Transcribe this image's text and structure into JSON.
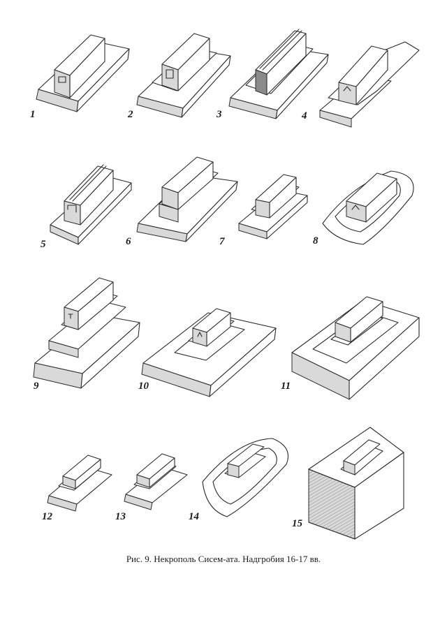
{
  "figure": {
    "caption": "Рис. 9. Некрополь Сисем-ата. Надгробия 16-17 вв.",
    "labels": [
      "1",
      "2",
      "3",
      "4",
      "5",
      "6",
      "7",
      "8",
      "9",
      "10",
      "11",
      "12",
      "13",
      "14",
      "15"
    ]
  }
}
